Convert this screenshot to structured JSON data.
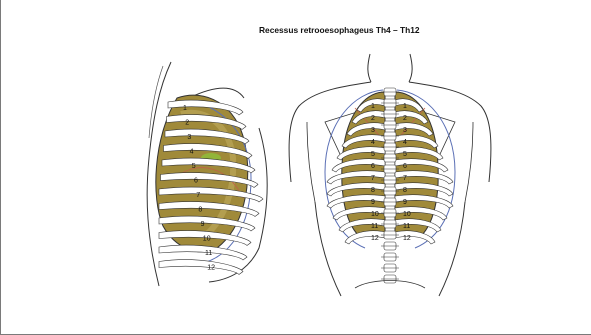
{
  "slide": {
    "title": "Recessus retrooesophageus Th4 – Th12"
  },
  "figures": {
    "lateral_view": {
      "rib_labels": [
        "1",
        "2",
        "3",
        "4",
        "5",
        "6",
        "7",
        "8",
        "9",
        "10",
        "11",
        "12"
      ]
    },
    "posterior_view": {
      "left_rib_labels": [
        "1",
        "2",
        "3",
        "4",
        "5",
        "6",
        "7",
        "8",
        "9",
        "10",
        "11",
        "12"
      ],
      "right_rib_labels": [
        "1",
        "2",
        "3",
        "4",
        "5",
        "6",
        "7",
        "8",
        "9",
        "10",
        "11",
        "12"
      ]
    }
  },
  "colors": {
    "lung_fill": "#a08a3a",
    "lung_fill_light": "#c9b56a",
    "rib_fill": "#ffffff",
    "outline": "#333333",
    "pleura_blue": "#5a6fb5",
    "pleura_red": "#c0614a",
    "highlight_green": "#8fbf3a"
  }
}
